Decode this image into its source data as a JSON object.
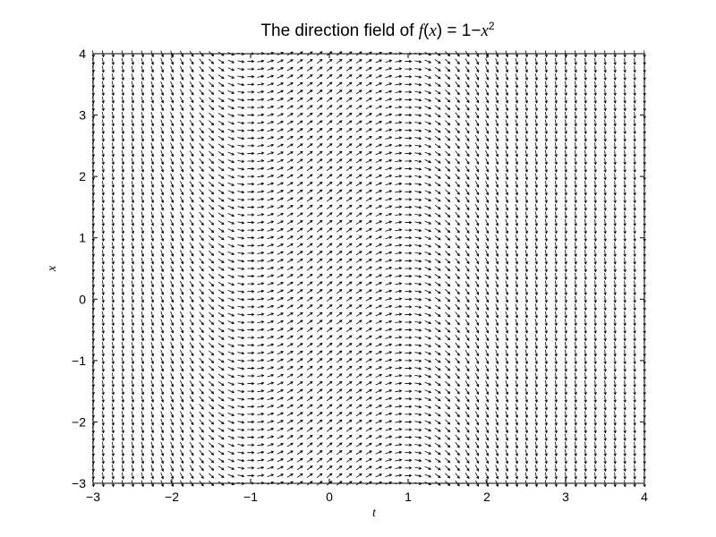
{
  "chart_data": {
    "type": "quiver",
    "title_prefix": "The direction field of ",
    "title_math": "f(x) = 1−x²",
    "title_math_parts": {
      "f": "f",
      "open": "(",
      "x": "x",
      "close_eq": ") = 1−",
      "x2": "x",
      "sup": "2"
    },
    "xlabel": "t",
    "ylabel": "x",
    "xlim": [
      -3,
      4
    ],
    "ylim": [
      -3,
      4
    ],
    "x_ticks": [
      -3,
      -2,
      -1,
      0,
      1,
      2,
      3,
      4
    ],
    "y_ticks": [
      -3,
      -2,
      -1,
      0,
      1,
      2,
      3,
      4
    ],
    "x_tick_labels": [
      "−3",
      "−2",
      "−1",
      "0",
      "1",
      "2",
      "3",
      "4"
    ],
    "y_tick_labels": [
      "−3",
      "−2",
      "−1",
      "0",
      "1",
      "2",
      "3",
      "4"
    ],
    "grid": false,
    "field": {
      "equation": "dx/dt = 1 - x^2",
      "t_range": [
        -3,
        4
      ],
      "x_range": [
        -3,
        4
      ],
      "t_count": 57,
      "x_count": 57
    },
    "arrow_color": "#000000"
  }
}
